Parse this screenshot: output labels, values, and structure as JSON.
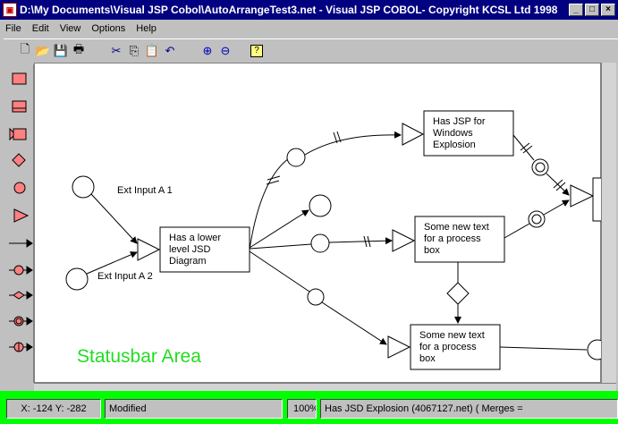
{
  "window": {
    "title": "D:\\My Documents\\Visual JSP Cobol\\AutoArrangeTest3.net - Visual JSP COBOL- Copyright KCSL Ltd 1998"
  },
  "menu": [
    "File",
    "Edit",
    "View",
    "Options",
    "Help"
  ],
  "diagram": {
    "ext_input_1": "Ext Input A 1",
    "ext_input_2": "Ext Input A 2",
    "box_main": [
      "Has a lower",
      "level JSD",
      "Diagram"
    ],
    "box_jsp": [
      "Has JSP for",
      "Windows",
      "Explosion"
    ],
    "box_process1": [
      "Some new text",
      "for a process",
      "box"
    ],
    "box_process2": [
      "Some new text",
      "for a process",
      "box"
    ],
    "annotation": "Statusbar Area",
    "annotation_color": "#22dd22"
  },
  "statusbar": {
    "coords": "X: -124 Y: -282",
    "state": "Modified",
    "zoom": "100%",
    "info": "Has JSD Explosion (4067127.net) ( Merges ="
  }
}
